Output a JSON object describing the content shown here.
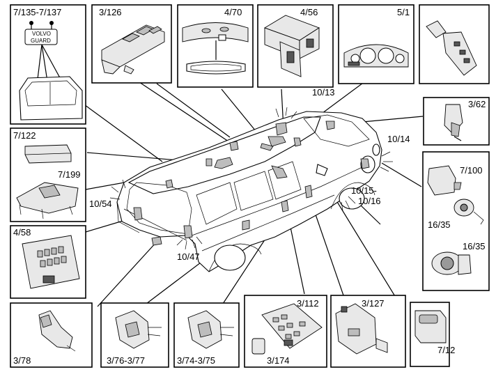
{
  "labels": {
    "volvo_guard": "7/135-7/137",
    "window_switch": "3/126",
    "mirror": "4/70",
    "cem": "4/56",
    "instrument": "5/1",
    "interior_l": "10/13",
    "lock_top": "3/62",
    "rear_lamp": "10/14",
    "siren_box": "7/100",
    "module_7_122": "7/122",
    "module_7_199": "7/199",
    "l_10_54": "10/54",
    "l_10_15": "10/15-",
    "l_10_16": "10/16",
    "siren_16_35a": "16/35",
    "siren_16_35b": "16/35",
    "rem": "4/58",
    "l_10_47": "10/47",
    "lock_3_78": "3/78",
    "lock_3_76": "3/76-3/77",
    "lock_3_74": "3/74-3/75",
    "switch_3_112": "3/112",
    "switch_3_174": "3/174",
    "switch_3_127": "3/127",
    "sensor_7_12": "7/12"
  },
  "sticker": {
    "line1": "VOLVO",
    "line2": "GUARD"
  }
}
